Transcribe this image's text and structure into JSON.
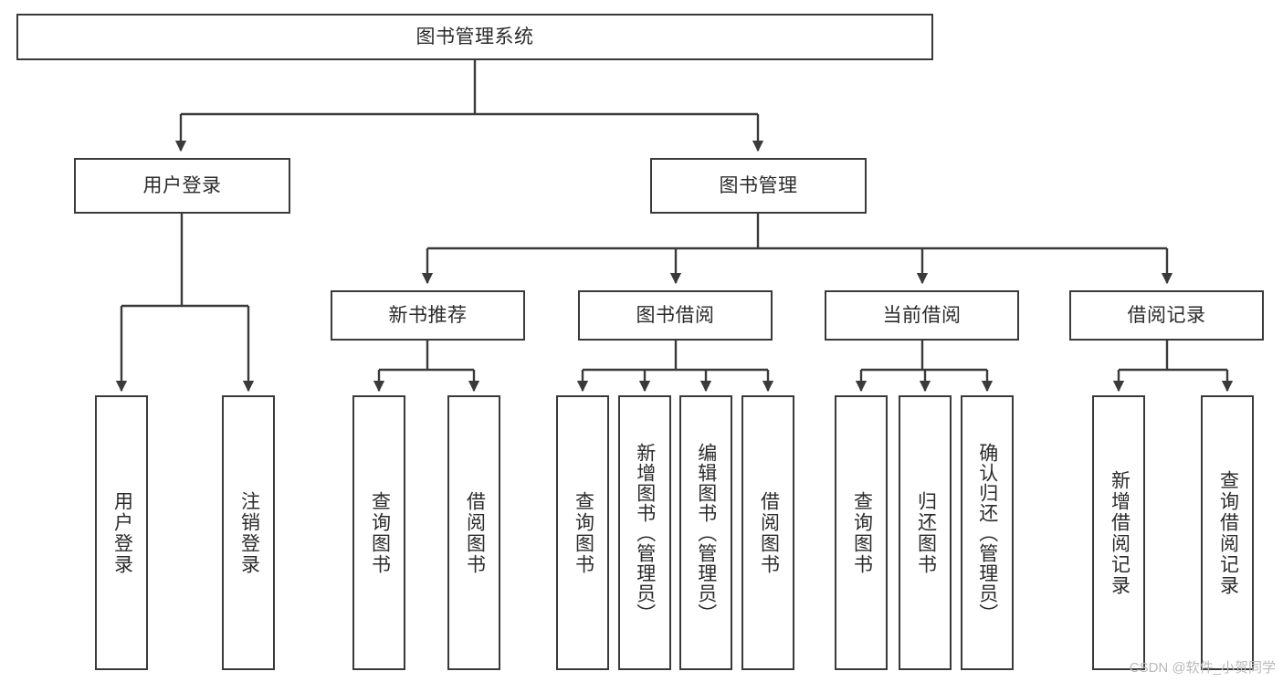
{
  "diagram": {
    "title": "图书管理系统",
    "type": "hierarchy-tree",
    "watermark": "CSDN @软件_小贺同学",
    "colors": {
      "background": "#ffffff",
      "box_border": "#3a3a3a",
      "connector": "#3a3a3a",
      "text": "#2b2b2b",
      "watermark": "#b9b9b9"
    },
    "levels": [
      {
        "level": 1,
        "nodes": [
          {
            "id": "root",
            "label": "图书管理系统",
            "orientation": "horizontal"
          }
        ]
      },
      {
        "level": 2,
        "nodes": [
          {
            "id": "l2-0",
            "label": "用户登录",
            "orientation": "horizontal",
            "parent": "root"
          },
          {
            "id": "l2-1",
            "label": "图书管理",
            "orientation": "horizontal",
            "parent": "root"
          }
        ]
      },
      {
        "level": 3,
        "nodes": [
          {
            "id": "l3-0",
            "label": "新书推荐",
            "orientation": "horizontal",
            "parent": "l2-1"
          },
          {
            "id": "l3-1",
            "label": "图书借阅",
            "orientation": "horizontal",
            "parent": "l2-1"
          },
          {
            "id": "l3-2",
            "label": "当前借阅",
            "orientation": "horizontal",
            "parent": "l2-1"
          },
          {
            "id": "l3-3",
            "label": "借阅记录",
            "orientation": "horizontal",
            "parent": "l2-1"
          }
        ]
      },
      {
        "level": 4,
        "nodes": [
          {
            "id": "leaf-0",
            "label": "用户登录",
            "orientation": "vertical",
            "parent": "l2-0"
          },
          {
            "id": "leaf-1",
            "label": "注销登录",
            "orientation": "vertical",
            "parent": "l2-0"
          },
          {
            "id": "leaf-2",
            "label": "查询图书",
            "orientation": "vertical",
            "parent": "l3-0"
          },
          {
            "id": "leaf-3",
            "label": "借阅图书",
            "orientation": "vertical",
            "parent": "l3-0"
          },
          {
            "id": "leaf-4",
            "label": "查询图书",
            "orientation": "vertical",
            "parent": "l3-1"
          },
          {
            "id": "leaf-5",
            "label": "新增图书（管理员）",
            "orientation": "vertical",
            "parent": "l3-1"
          },
          {
            "id": "leaf-6",
            "label": "编辑图书（管理员）",
            "orientation": "vertical",
            "parent": "l3-1"
          },
          {
            "id": "leaf-7",
            "label": "借阅图书",
            "orientation": "vertical",
            "parent": "l3-1"
          },
          {
            "id": "leaf-8",
            "label": "查询图书",
            "orientation": "vertical",
            "parent": "l3-2"
          },
          {
            "id": "leaf-9",
            "label": "归还图书",
            "orientation": "vertical",
            "parent": "l3-2"
          },
          {
            "id": "leaf-10",
            "label": "确认归还（管理员）",
            "orientation": "vertical",
            "parent": "l3-2"
          },
          {
            "id": "leaf-11",
            "label": "新增借阅记录",
            "orientation": "vertical",
            "parent": "l3-3"
          },
          {
            "id": "leaf-12",
            "label": "查询借阅记录",
            "orientation": "vertical",
            "parent": "l3-3"
          }
        ]
      }
    ]
  }
}
